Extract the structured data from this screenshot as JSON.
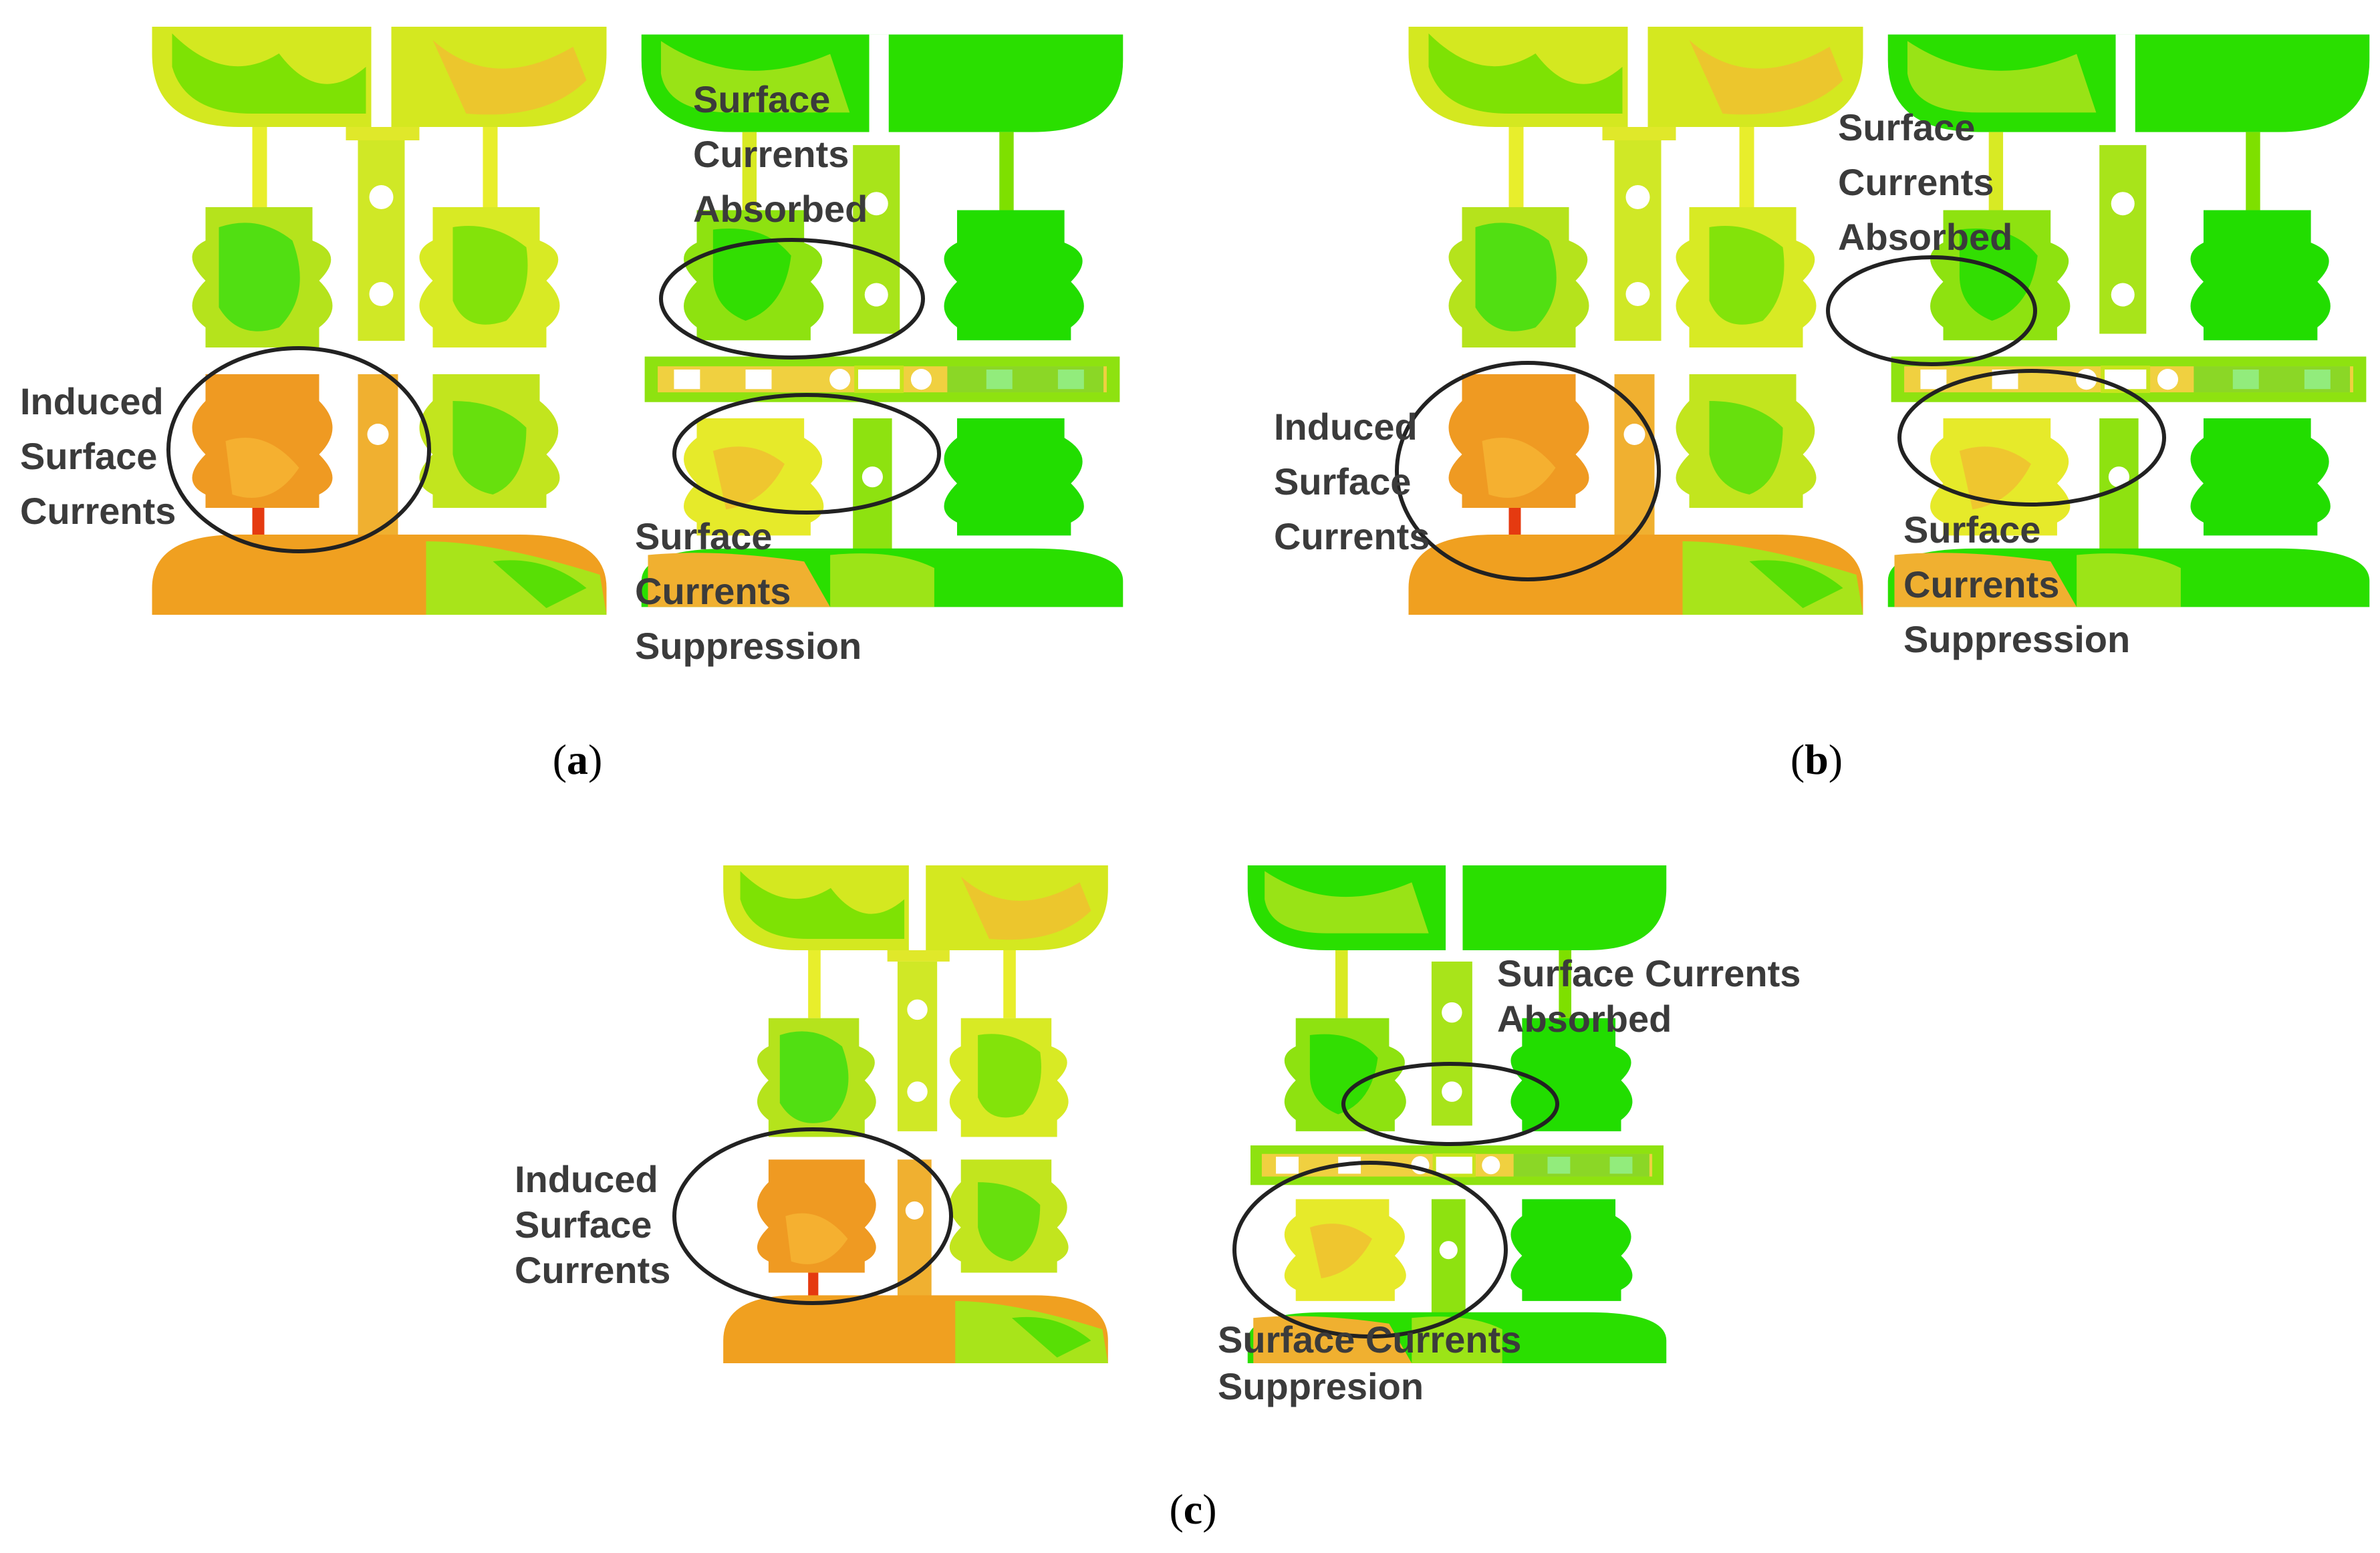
{
  "colors": {
    "green": "#22dd00",
    "green_light": "#7ee000",
    "yellow_green": "#b5e31c",
    "yellow": "#e8ee2c",
    "orange": "#f0a020",
    "orange_deep": "#ef8a1e",
    "red": "#e53a10",
    "annotation_text": "#3b3b3b",
    "oval_stroke": "#222222"
  },
  "panels": [
    {
      "id": "a",
      "caption": {
        "open": "(",
        "letter": "a",
        "close": ")"
      },
      "labels": {
        "induced": [
          "Induced",
          "Surface",
          "Currents"
        ],
        "absorbed": [
          "Surface",
          "Currents",
          "Absorbed"
        ],
        "suppression": [
          "Surface",
          "Currents",
          "Suppression"
        ]
      }
    },
    {
      "id": "b",
      "caption": {
        "open": "(",
        "letter": "b",
        "close": ")"
      },
      "labels": {
        "induced": [
          "Induced",
          "Surface",
          "Currents"
        ],
        "absorbed": [
          "Surface",
          "Currents",
          "Absorbed"
        ],
        "suppression": [
          "Surface",
          "Currents",
          "Suppression"
        ]
      }
    },
    {
      "id": "c",
      "caption": {
        "open": "(",
        "letter": "c",
        "close": ")"
      },
      "labels": {
        "induced": [
          "Induced",
          "Surface",
          "Currents"
        ],
        "absorbed": [
          "Surface Currents",
          "Absorbed"
        ],
        "suppression": [
          "Surface Currents",
          "Suppresion"
        ]
      }
    }
  ]
}
